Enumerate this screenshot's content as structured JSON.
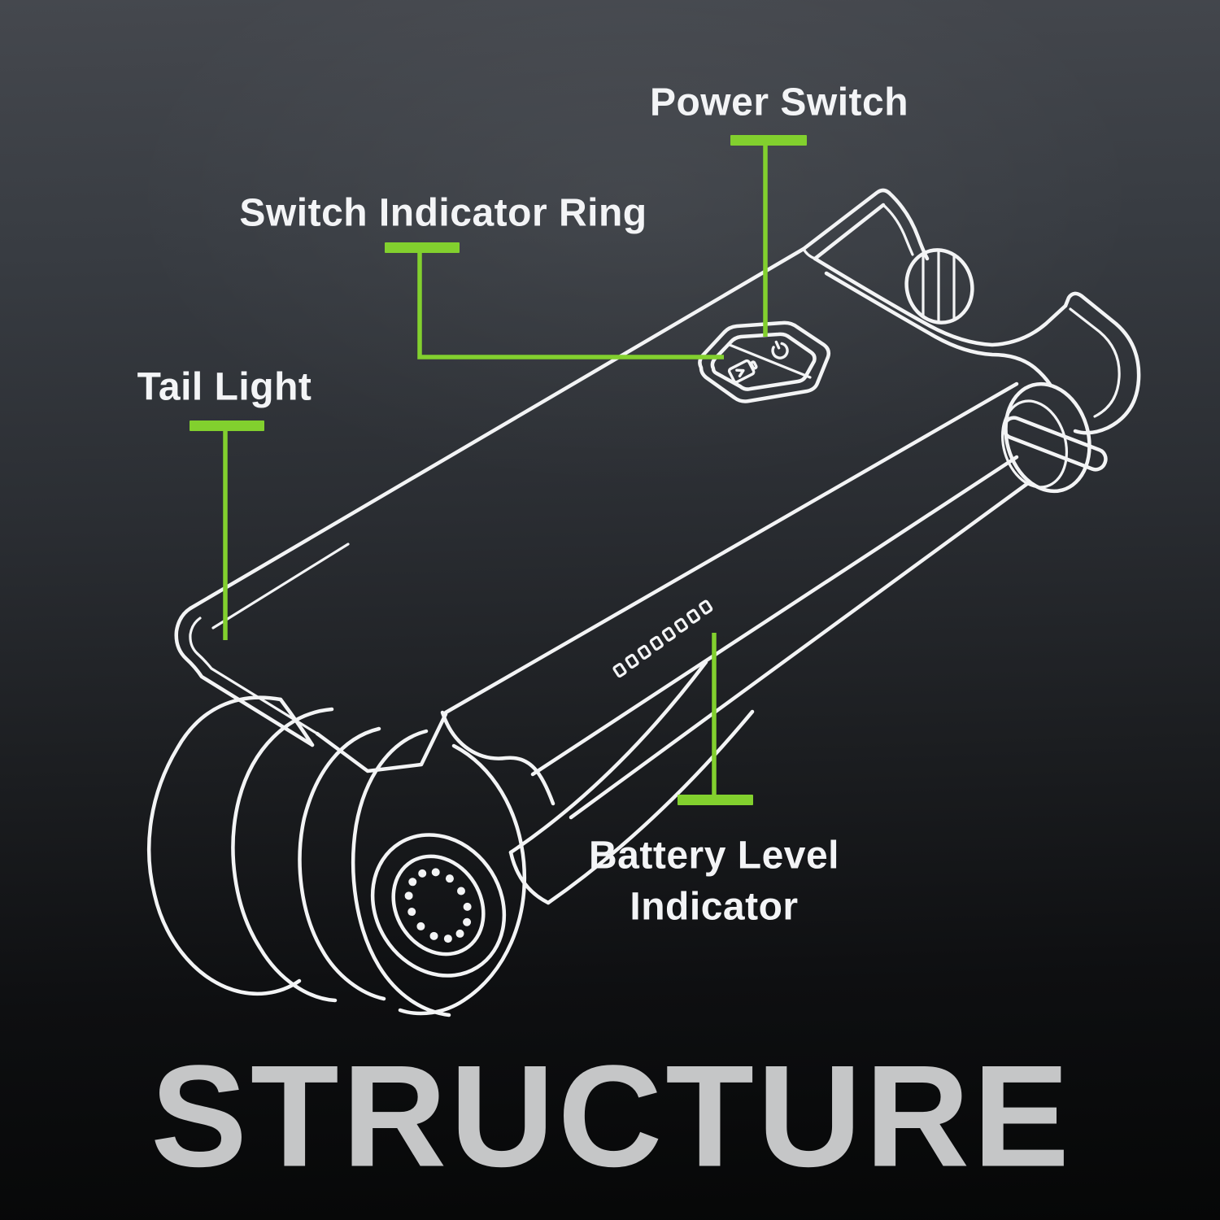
{
  "diagram": {
    "kind": "product structure callout diagram",
    "title": {
      "text": "STRUCTURE"
    },
    "annotations": {
      "power_switch": {
        "label": "Power Switch"
      },
      "switch_indicator_ring": {
        "label": "Switch Indicator Ring"
      },
      "tail_light": {
        "label": "Tail Light"
      },
      "battery_level_indicator": {
        "label_line1": "Battery Level",
        "label_line2": "Indicator"
      }
    },
    "device_parts": [
      "deck",
      "tail-light-strip",
      "power-switch-button",
      "switch-indicator-ring",
      "battery-level-leds",
      "front-mount-clamp",
      "thumbscrew",
      "dual-roller-wheel"
    ],
    "icons": [
      {
        "name": "power-icon",
        "glyph": "⏻"
      },
      {
        "name": "battery-charge-icon",
        "glyph": "battery outline with charge arrow"
      }
    ],
    "battery_leds": {
      "count": 8
    },
    "wheel_hub": {
      "bolt_count": 13
    },
    "colors": {
      "accent_green": "#82d02e",
      "line_white": "#f3f4f5",
      "text_white": "#f3f4f6",
      "title_gray": "#c5c6c7",
      "bg_top": "#45484e",
      "bg_bottom": "#060707"
    }
  }
}
